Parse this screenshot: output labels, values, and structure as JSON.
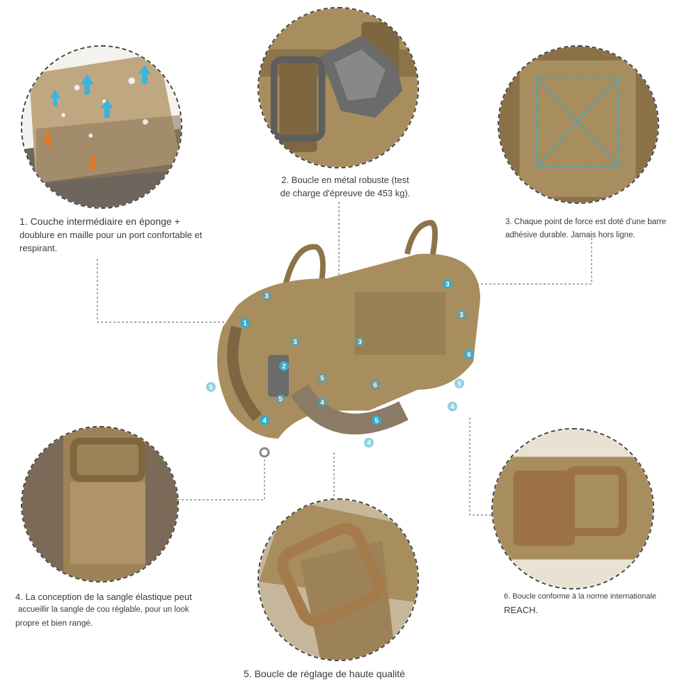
{
  "features": [
    {
      "number": "1",
      "lines": [
        "1. Couche intermédiaire en éponge +",
        "doublure en maille pour un port confortable et",
        "respirant."
      ]
    },
    {
      "number": "2",
      "lines": [
        "2. Boucle en métal robuste (test",
        "de charge d'épreuve de 453 kg)."
      ]
    },
    {
      "number": "3",
      "lines": [
        "3. Chaque point de force est doté d'une barre",
        "adhésive durable. Jamais hors ligne."
      ]
    },
    {
      "number": "4",
      "lines": [
        "4. La conception de la sangle élastique peut",
        "accueillir la sangle de cou réglable, pour un look",
        "propre et bien rangé."
      ]
    },
    {
      "number": "5",
      "lines": [
        "5. Boucle de réglage de haute qualité"
      ]
    },
    {
      "number": "6",
      "lines": [
        "6. Boucle conforme à la norme internationale",
        "REACH."
      ]
    }
  ],
  "badges": [
    "1",
    "2",
    "3",
    "3",
    "3",
    "3",
    "3",
    "4",
    "4",
    "4",
    "4",
    "5",
    "5",
    "5",
    "5",
    "5",
    "6",
    "6"
  ],
  "colors": {
    "fabric": "#a88d5e",
    "fabric_dark": "#7d6640",
    "badge": "#3aa9c9",
    "metal": "#6b6b6b",
    "accent_arrow_blue": "#3bb4e0",
    "accent_arrow_orange": "#e07a2a"
  }
}
